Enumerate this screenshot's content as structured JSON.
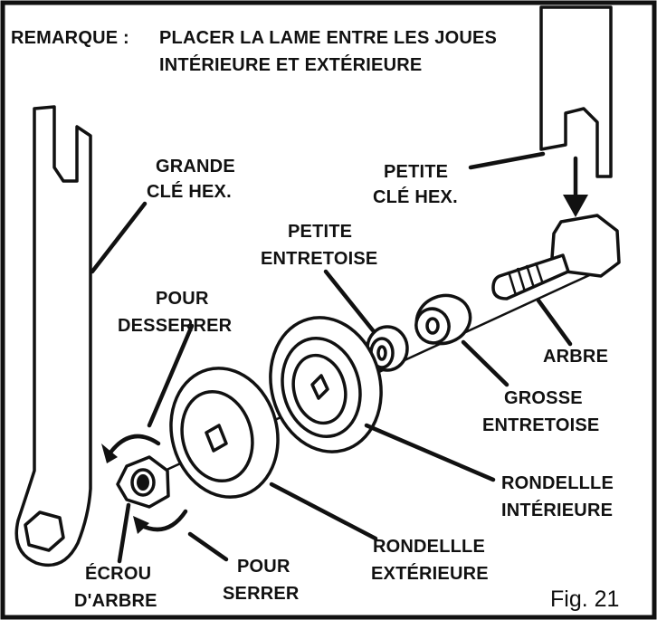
{
  "figure_label": "Fig. 21",
  "note": {
    "prefix": "REMARQUE :",
    "line1": "PLACER LA LAME ENTRE LES JOUES",
    "line2": "INTÉRIEURE ET EXTÉRIEURE"
  },
  "labels": {
    "large_wrench": [
      "GRANDE",
      "CLÉ HEX."
    ],
    "small_wrench": [
      "PETITE",
      "CLÉ HEX."
    ],
    "small_spacer": [
      "PETITE",
      "ENTRETOISE"
    ],
    "loosen": [
      "POUR",
      "DESSERRER"
    ],
    "arbor": [
      "ARBRE"
    ],
    "large_spacer": [
      "GROSSE",
      "ENTRETOISE"
    ],
    "inner_flange": [
      "RONDELLLE",
      "INTÉRIEURE"
    ],
    "outer_flange": [
      "RONDELLLE",
      "EXTÉRIEURE"
    ],
    "tighten": [
      "POUR",
      "SERRER"
    ],
    "arbor_nut": [
      "ÉCROU",
      "D'ARBRE"
    ]
  }
}
